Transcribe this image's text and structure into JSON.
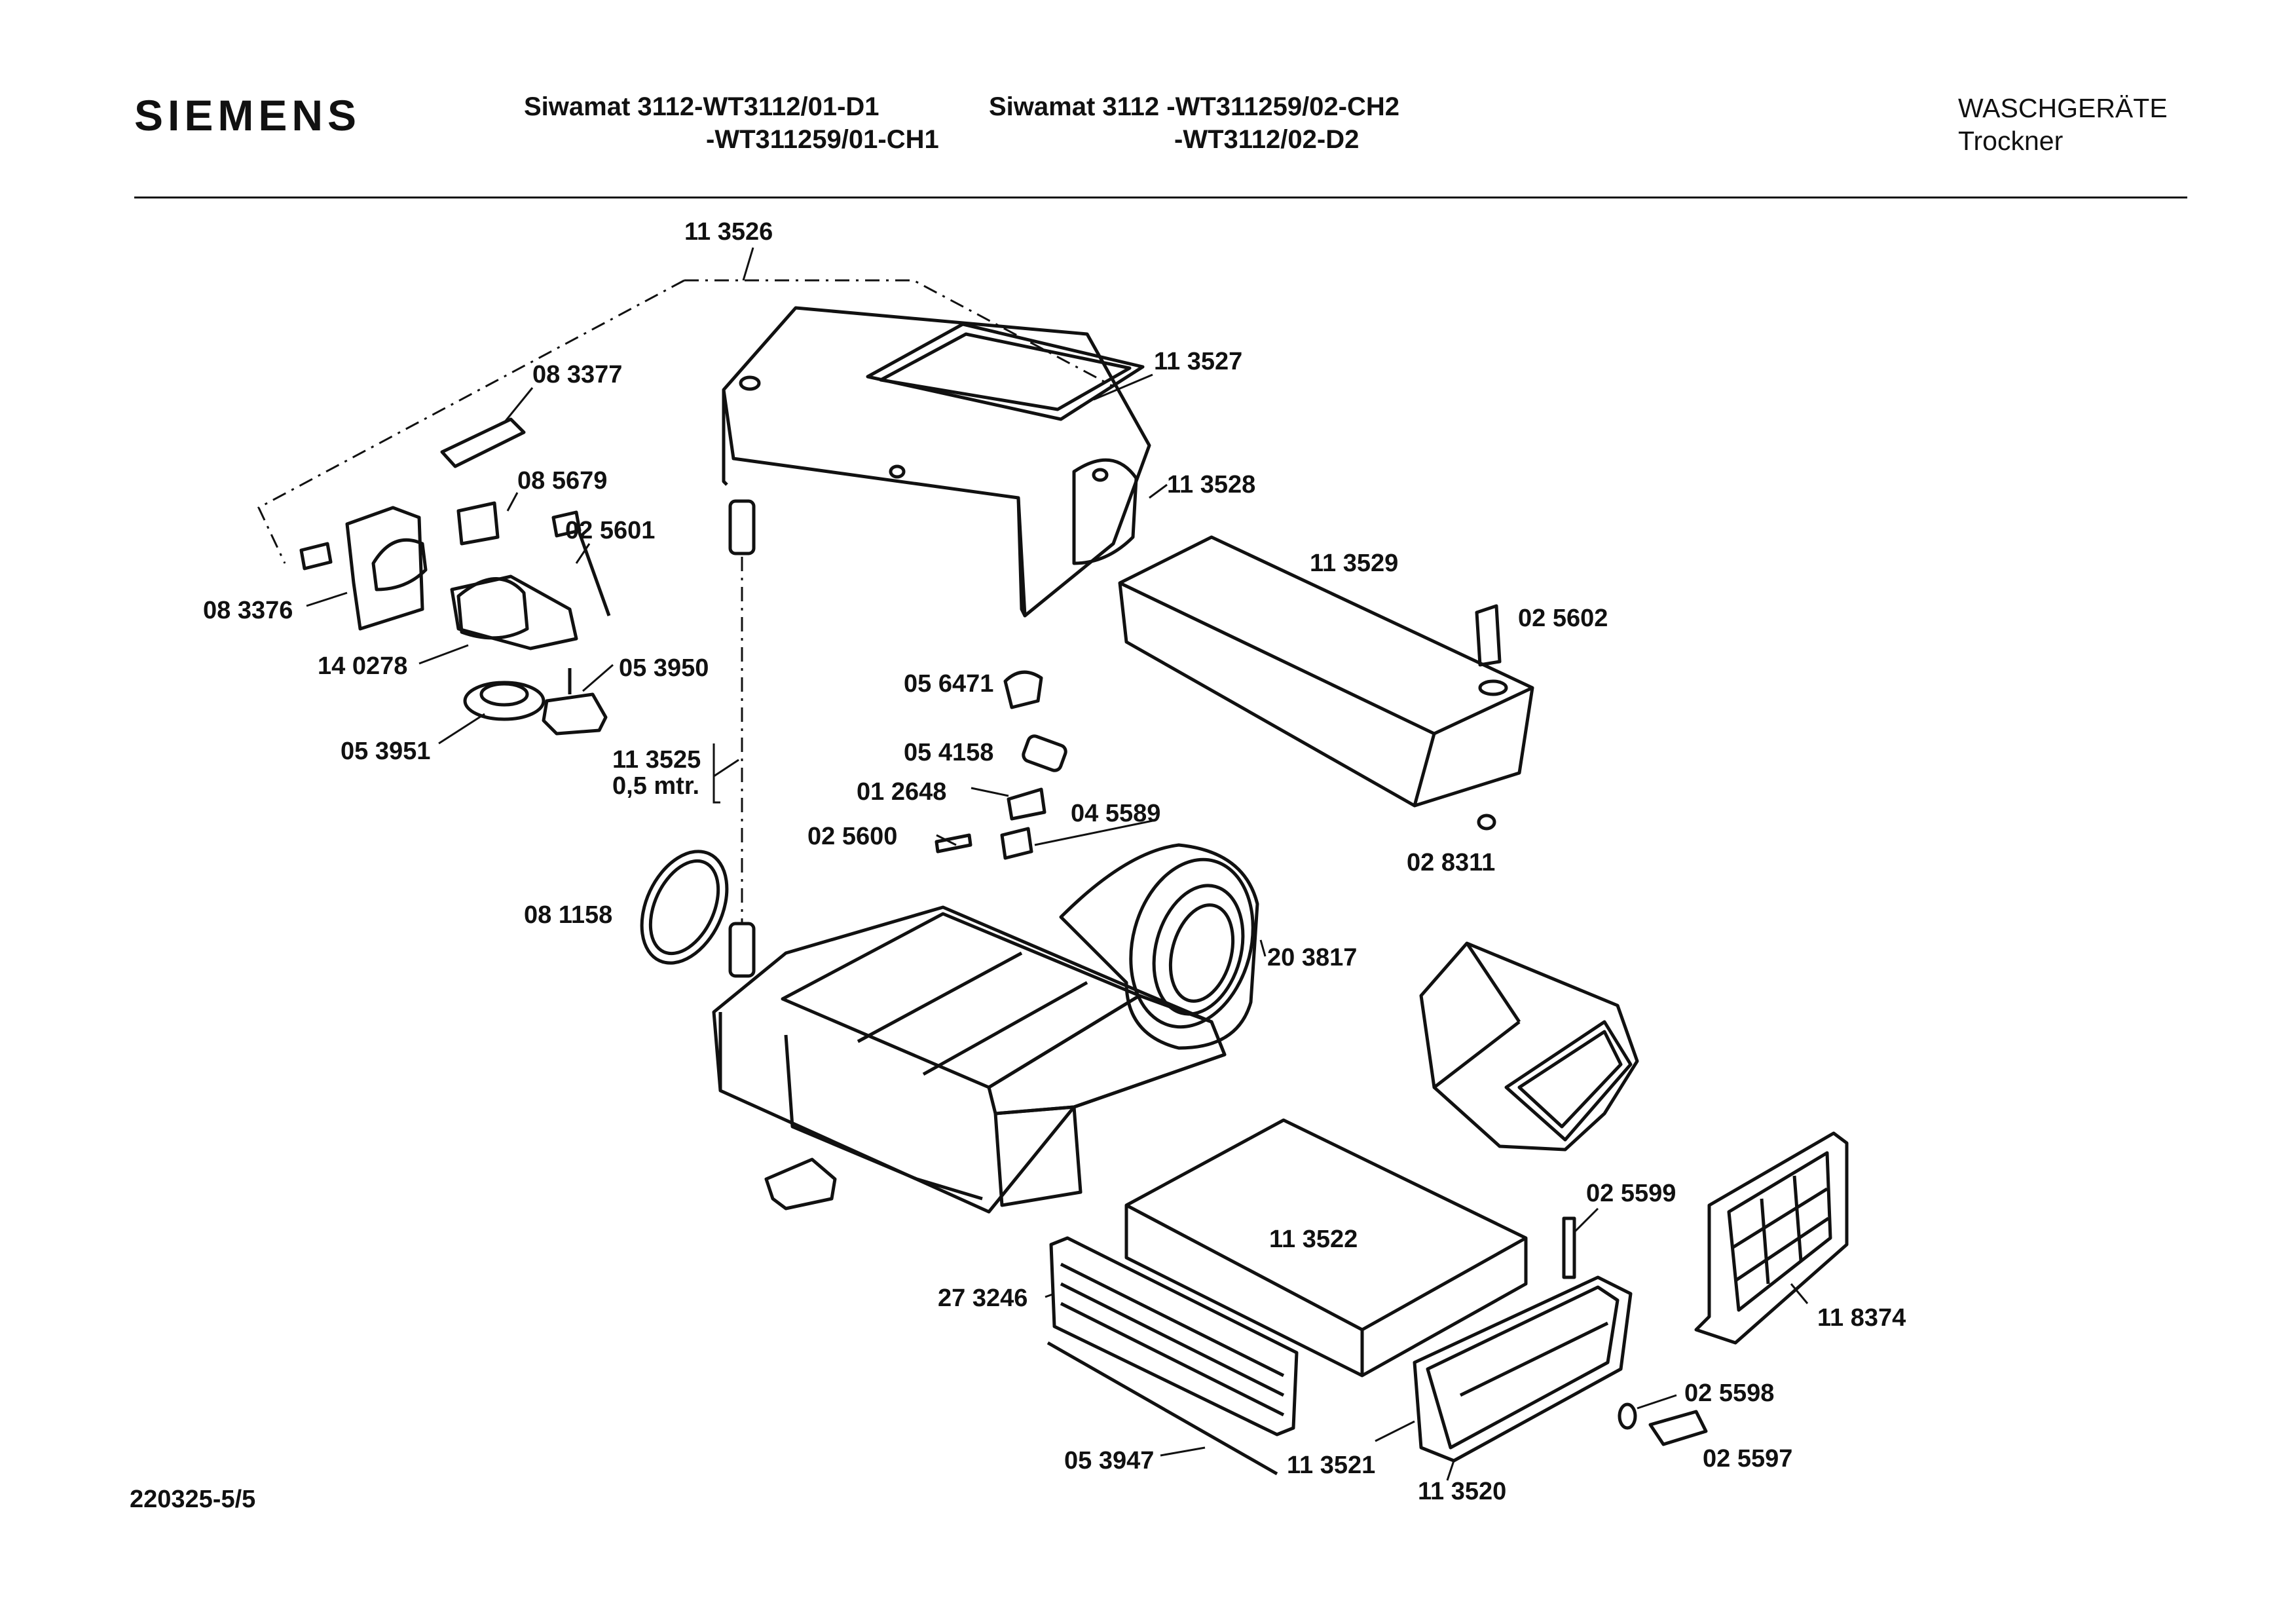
{
  "header": {
    "brand": "SIEMENS",
    "model_line_1a": "Siwamat 3112-WT3112/01-D1",
    "model_line_1b": "-WT311259/01-CH1",
    "model_line_2a": "Siwamat 3112 -WT311259/02-CH2",
    "model_line_2b": "-WT3112/02-D2",
    "category": "WASCHGERÄTE",
    "subcategory": "Trockner"
  },
  "footer": {
    "document_id": "220325-5/5"
  },
  "parts": [
    {
      "id": "113526",
      "label": "11 3526"
    },
    {
      "id": "113527",
      "label": "11 3527"
    },
    {
      "id": "083377",
      "label": "08 3377"
    },
    {
      "id": "113528",
      "label": "11 3528"
    },
    {
      "id": "085679",
      "label": "08 5679"
    },
    {
      "id": "025601",
      "label": "02 5601"
    },
    {
      "id": "113529",
      "label": "11 3529"
    },
    {
      "id": "083376",
      "label": "08 3376"
    },
    {
      "id": "025602",
      "label": "02 5602"
    },
    {
      "id": "140278",
      "label": "14 0278"
    },
    {
      "id": "053950",
      "label": "05 3950"
    },
    {
      "id": "056471",
      "label": "05 6471"
    },
    {
      "id": "053951",
      "label": "05 3951"
    },
    {
      "id": "054158",
      "label": "05 4158"
    },
    {
      "id": "113525",
      "label": "11 3525"
    },
    {
      "id": "113525_len",
      "label": "0,5 mtr."
    },
    {
      "id": "012648",
      "label": "01 2648"
    },
    {
      "id": "045589",
      "label": "04 5589"
    },
    {
      "id": "025600",
      "label": "02 5600"
    },
    {
      "id": "028311",
      "label": "02 8311"
    },
    {
      "id": "081158",
      "label": "08 1158"
    },
    {
      "id": "203817",
      "label": "20 3817"
    },
    {
      "id": "025599",
      "label": "02 5599"
    },
    {
      "id": "113522",
      "label": "11 3522"
    },
    {
      "id": "118374",
      "label": "11 8374"
    },
    {
      "id": "273246",
      "label": "27 3246"
    },
    {
      "id": "025598",
      "label": "02 5598"
    },
    {
      "id": "025597",
      "label": "02 5597"
    },
    {
      "id": "053947",
      "label": "05 3947"
    },
    {
      "id": "113521",
      "label": "11 3521"
    },
    {
      "id": "113520",
      "label": "11 3520"
    }
  ]
}
